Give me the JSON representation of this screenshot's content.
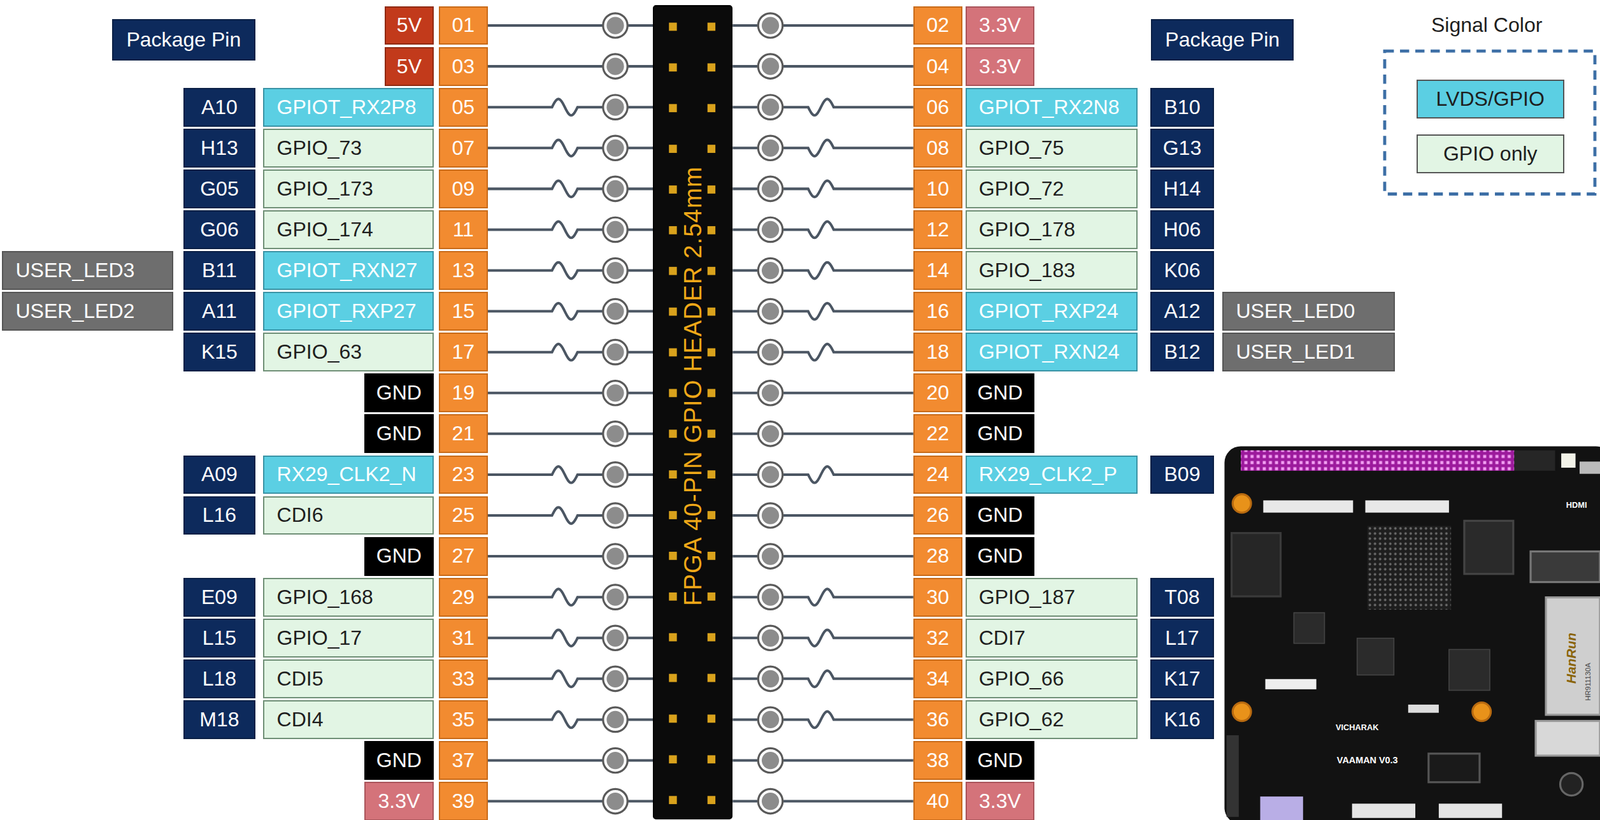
{
  "diagram": {
    "nodes": [
      {
        "text": [
          "Package Pin"
        ]
      },
      {
        "text": [
          "5V"
        ]
      },
      {
        "text": [
          "01"
        ]
      },
      {
        "text": [
          "FPGA 40-PIN GPIO HEADER 2.54mm"
        ]
      },
      {
        "text": [
          "02"
        ]
      },
      {
        "text": [
          "3.3V"
        ]
      },
      {
        "text": [
          "Package Pin"
        ]
      },
      {
        "text": [
          "5V"
        ]
      },
      {
        "text": [
          "03"
        ]
      },
      {
        "text": [
          "04"
        ]
      },
      {
        "text": [
          "3.3V"
        ]
      },
      {
        "text": [
          "A10"
        ]
      },
      {
        "text": [
          "GPIOT_RX2P8"
        ]
      },
      {
        "text": [
          "05"
        ]
      },
      {
        "text": [
          "06"
        ]
      },
      {
        "text": [
          "GPIOT_RX2N8"
        ]
      },
      {
        "text": [
          "B10"
        ]
      },
      {
        "text": [
          "H13"
        ]
      },
      {
        "text": [
          "GPIO_73"
        ]
      },
      {
        "text": [
          "07"
        ]
      },
      {
        "text": [
          "08"
        ]
      },
      {
        "text": [
          "GPIO_75"
        ]
      },
      {
        "text": [
          "G13"
        ]
      },
      {
        "text": [
          "G05"
        ]
      },
      {
        "text": [
          "GPIO_173"
        ]
      },
      {
        "text": [
          "09"
        ]
      },
      {
        "text": [
          "10"
        ]
      },
      {
        "text": [
          "GPIO_72"
        ]
      },
      {
        "text": [
          "H14"
        ]
      },
      {
        "text": [
          "G06"
        ]
      },
      {
        "text": [
          "GPIO_174"
        ]
      },
      {
        "text": [
          "11"
        ]
      },
      {
        "text": [
          "12"
        ]
      },
      {
        "text": [
          "GPIO_178"
        ]
      },
      {
        "text": [
          "H06"
        ]
      },
      {
        "text": [
          "USER_LED3"
        ]
      },
      {
        "text": [
          "B11"
        ]
      },
      {
        "text": [
          "GPIOT_RXN27"
        ]
      },
      {
        "text": [
          "13"
        ]
      },
      {
        "text": [
          "14"
        ]
      },
      {
        "text": [
          "GPIO_183"
        ]
      },
      {
        "text": [
          "K06"
        ]
      },
      {
        "text": [
          "USER_LED2"
        ]
      },
      {
        "text": [
          "A11"
        ]
      },
      {
        "text": [
          "GPIOT_RXP27"
        ]
      },
      {
        "text": [
          "15"
        ]
      },
      {
        "text": [
          "16"
        ]
      },
      {
        "text": [
          "GPIOT_RXP24"
        ]
      },
      {
        "text": [
          "A12"
        ]
      },
      {
        "text": [
          "USER_LED0"
        ]
      },
      {
        "text": [
          "K15"
        ]
      },
      {
        "text": [
          "GPIO_63"
        ]
      },
      {
        "text": [
          "17"
        ]
      },
      {
        "text": [
          "18"
        ]
      },
      {
        "text": [
          "GPIOT_RXN24"
        ]
      },
      {
        "text": [
          "B12"
        ]
      },
      {
        "text": [
          "USER_LED1"
        ]
      },
      {
        "text": [
          "GND"
        ]
      },
      {
        "text": [
          "19"
        ]
      },
      {
        "text": [
          "20"
        ]
      },
      {
        "text": [
          "GND"
        ]
      },
      {
        "text": [
          "GND"
        ]
      },
      {
        "text": [
          "21"
        ]
      },
      {
        "text": [
          "22"
        ]
      },
      {
        "text": [
          "GND"
        ]
      },
      {
        "text": [
          "A09"
        ]
      },
      {
        "text": [
          "RX29_CLK2_N"
        ]
      },
      {
        "text": [
          "23"
        ]
      },
      {
        "text": [
          "24"
        ]
      },
      {
        "text": [
          "RX29_CLK2_P"
        ]
      },
      {
        "text": [
          "B09"
        ]
      },
      {
        "text": [
          "L16"
        ]
      },
      {
        "text": [
          "CDI6"
        ]
      },
      {
        "text": [
          "25"
        ]
      },
      {
        "text": [
          "26"
        ]
      },
      {
        "text": [
          "GND"
        ]
      },
      {
        "text": [
          "GND"
        ]
      },
      {
        "text": [
          "27"
        ]
      },
      {
        "text": [
          "28"
        ]
      },
      {
        "text": [
          "GND"
        ]
      },
      {
        "text": [
          "E09"
        ]
      },
      {
        "text": [
          "GPIO_168"
        ]
      },
      {
        "text": [
          "29"
        ]
      },
      {
        "text": [
          "30"
        ]
      },
      {
        "text": [
          "GPIO_187"
        ]
      },
      {
        "text": [
          "T08"
        ]
      },
      {
        "text": [
          "L15"
        ]
      },
      {
        "text": [
          "GPIO_17"
        ]
      },
      {
        "text": [
          "31"
        ]
      },
      {
        "text": [
          "32"
        ]
      },
      {
        "text": [
          "CDI7"
        ]
      },
      {
        "text": [
          "L17"
        ]
      },
      {
        "text": [
          "L18"
        ]
      },
      {
        "text": [
          "CDI5"
        ]
      },
      {
        "text": [
          "33"
        ]
      },
      {
        "text": [
          "34"
        ]
      },
      {
        "text": [
          "GPIO_66"
        ]
      },
      {
        "text": [
          "K17"
        ]
      },
      {
        "text": [
          "M18"
        ]
      },
      {
        "text": [
          "CDI4"
        ]
      },
      {
        "text": [
          "35"
        ]
      },
      {
        "text": [
          "36"
        ]
      },
      {
        "text": [
          "GPIO_62"
        ]
      },
      {
        "text": [
          "K16"
        ]
      },
      {
        "text": [
          "GND"
        ]
      },
      {
        "text": [
          "37"
        ]
      },
      {
        "text": [
          "38"
        ]
      },
      {
        "text": [
          "GND"
        ]
      },
      {
        "text": [
          "3.3V"
        ]
      },
      {
        "text": [
          "39"
        ]
      },
      {
        "text": [
          "40"
        ]
      },
      {
        "text": [
          "3.3V"
        ]
      }
    ],
    "edges": [
      {
        "from": 2,
        "to": 3,
        "arrow": "none"
      },
      {
        "from": 4,
        "to": 3,
        "arrow": "none"
      },
      {
        "from": 8,
        "to": 3,
        "arrow": "none"
      },
      {
        "from": 9,
        "to": 3,
        "arrow": "none"
      },
      {
        "from": 13,
        "to": 3,
        "arrow": "none"
      },
      {
        "from": 14,
        "to": 3,
        "arrow": "none"
      },
      {
        "from": 19,
        "to": 3,
        "arrow": "none"
      },
      {
        "from": 20,
        "to": 3,
        "arrow": "none"
      },
      {
        "from": 25,
        "to": 3,
        "arrow": "none"
      },
      {
        "from": 26,
        "to": 3,
        "arrow": "none"
      },
      {
        "from": 31,
        "to": 3,
        "arrow": "none"
      },
      {
        "from": 32,
        "to": 3,
        "arrow": "none"
      },
      {
        "from": 38,
        "to": 3,
        "arrow": "none"
      },
      {
        "from": 39,
        "to": 3,
        "arrow": "none"
      },
      {
        "from": 45,
        "to": 3,
        "arrow": "none"
      },
      {
        "from": 46,
        "to": 3,
        "arrow": "none"
      },
      {
        "from": 52,
        "to": 3,
        "arrow": "none"
      },
      {
        "from": 53,
        "to": 3,
        "arrow": "none"
      },
      {
        "from": 58,
        "to": 3,
        "arrow": "none"
      },
      {
        "from": 59,
        "to": 3,
        "arrow": "none"
      },
      {
        "from": 62,
        "to": 3,
        "arrow": "none"
      },
      {
        "from": 63,
        "to": 3,
        "arrow": "none"
      },
      {
        "from": 67,
        "to": 3,
        "arrow": "none"
      },
      {
        "from": 68,
        "to": 3,
        "arrow": "none"
      },
      {
        "from": 73,
        "to": 3,
        "arrow": "none"
      },
      {
        "from": 74,
        "to": 3,
        "arrow": "none"
      },
      {
        "from": 77,
        "to": 3,
        "arrow": "none"
      },
      {
        "from": 78,
        "to": 3,
        "arrow": "none"
      },
      {
        "from": 82,
        "to": 3,
        "arrow": "none"
      },
      {
        "from": 83,
        "to": 3,
        "arrow": "none"
      },
      {
        "from": 88,
        "to": 3,
        "arrow": "none"
      },
      {
        "from": 89,
        "to": 3,
        "arrow": "none"
      },
      {
        "from": 94,
        "to": 3,
        "arrow": "none"
      },
      {
        "from": 95,
        "to": 3,
        "arrow": "none"
      },
      {
        "from": 100,
        "to": 3,
        "arrow": "none"
      },
      {
        "from": 101,
        "to": 3,
        "arrow": "none"
      },
      {
        "from": 105,
        "to": 3,
        "arrow": "none"
      },
      {
        "from": 106,
        "to": 3,
        "arrow": "none"
      },
      {
        "from": 109,
        "to": 3,
        "arrow": "none"
      },
      {
        "from": 110,
        "to": 3,
        "arrow": "none"
      }
    ],
    "labels": [
      "Signal Color",
      "HDMI",
      "HanRun",
      "HR911130A",
      "VICHARAK",
      "VAAMAN V0.3"
    ],
    "legend": [
      {
        "text": "LVDS/GPIO",
        "color": "#5bcfe3"
      },
      {
        "text": "GPIO only",
        "color": "#e2f5e4"
      }
    ]
  }
}
